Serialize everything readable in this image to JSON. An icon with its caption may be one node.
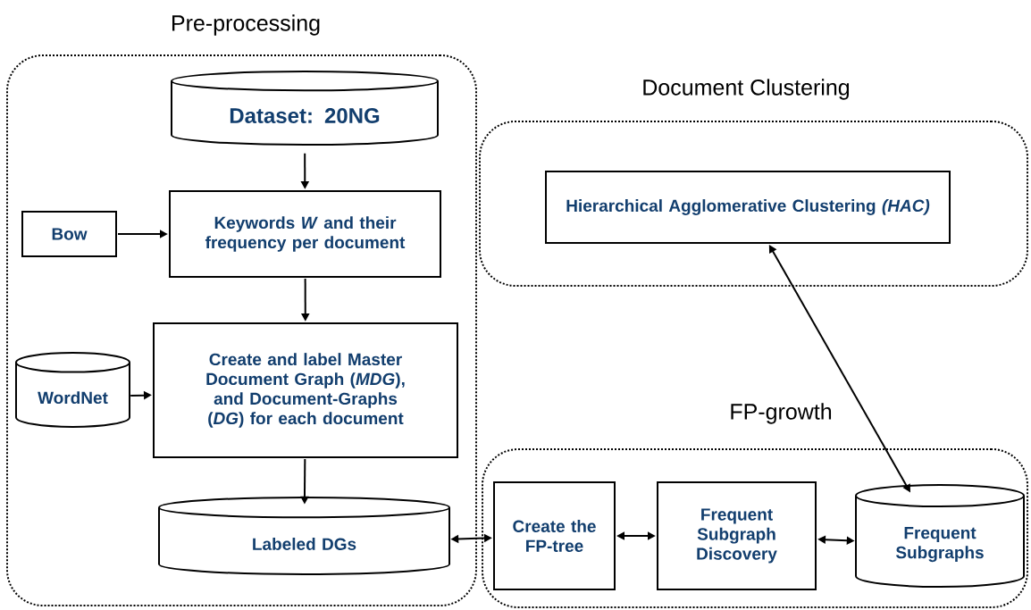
{
  "diagram": {
    "nodes": [
      {
        "text": [
          "Pre-processing"
        ]
      },
      {
        "text": [
          "Dataset: 20NG"
        ],
        "in": 0
      },
      {
        "text": [
          "Bow"
        ],
        "in": 0
      },
      {
        "text": [
          "Keywords *W* and their frequency per document"
        ],
        "in": 0
      },
      {
        "text": [
          "WordNet"
        ],
        "in": 0
      },
      {
        "text": [
          "Create and label Master Document Graph (*MDG*), and Document-Graphs (*DG*) for each document"
        ],
        "in": 0
      },
      {
        "text": [
          "Labeled DGs"
        ],
        "in": 0
      },
      {
        "text": [
          "Document Clustering"
        ]
      },
      {
        "text": [
          "Hierarchical Agglomerative Clustering *(HAC)*"
        ],
        "in": 7
      },
      {
        "text": [
          "FP-growth"
        ]
      },
      {
        "text": [
          "Create the FP-tree"
        ],
        "in": 9
      },
      {
        "text": [
          "Frequent Subgraph Discovery"
        ],
        "in": 9
      },
      {
        "text": [
          "Frequent Subgraphs"
        ],
        "in": 9
      }
    ],
    "edges": [
      {
        "from": 1,
        "to": 3,
        "arrow": "to"
      },
      {
        "from": 2,
        "to": 3,
        "arrow": "to"
      },
      {
        "from": 3,
        "to": 5,
        "arrow": "to"
      },
      {
        "from": 4,
        "to": 5,
        "arrow": "to"
      },
      {
        "from": 5,
        "to": 6,
        "arrow": "to"
      },
      {
        "from": 6,
        "to": 10,
        "arrow": "both"
      },
      {
        "from": 10,
        "to": 11,
        "arrow": "both"
      },
      {
        "from": 11,
        "to": 12,
        "arrow": "both"
      },
      {
        "from": 12,
        "to": 8,
        "arrow": "both"
      }
    ]
  }
}
